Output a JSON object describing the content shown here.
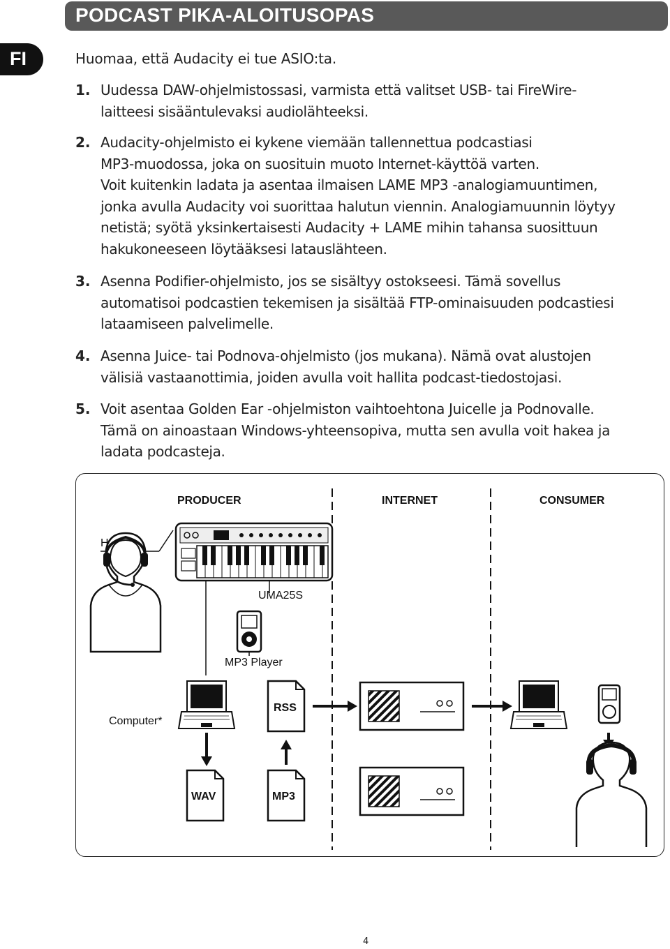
{
  "header": {
    "title": "PODCAST PIKA-ALOITUSOPAS",
    "lang": "FI"
  },
  "note": "Huomaa, että Audacity ei tue ASIO:ta.",
  "steps": [
    {
      "num": "1.",
      "text": "Uudessa DAW-ohjelmistossasi, varmista että valitset USB- tai FireWire-\nlaitteesi sisääntulevaksi audiolähteeksi."
    },
    {
      "num": "2.",
      "text": "Audacity-ohjelmisto ei kykene viemään tallennettua podcastiasi\nMP3-muodossa, joka on suosituin muoto Internet-käyttöä varten.\nVoit kuitenkin ladata ja asentaa ilmaisen LAME MP3 -analogiamuuntimen,\njonka avulla Audacity voi suorittaa halutun viennin. Analogiamuunnin löytyy\nnetistä; syötä yksinkertaisesti Audacity + LAME mihin tahansa suosittuun\nhakukoneeseen löytääksesi latauslähteen."
    },
    {
      "num": "3.",
      "text": "Asenna Podifier-ohjelmisto, jos se sisältyy ostokseesi. Tämä sovellus\nautomatisoi podcastien tekemisen ja sisältää FTP-ominaisuuden podcastiesi\nlataamiseen palvelimelle."
    },
    {
      "num": "4.",
      "text": "Asenna Juice- tai Podnova-ohjelmisto (jos mukana). Nämä ovat alustojen\nvälisiä vastaanottimia, joiden avulla voit hallita podcast-tiedostojasi."
    },
    {
      "num": "5.",
      "text": "Voit asentaa Golden Ear -ohjelmiston vaihtoehtona Juicelle ja Podnovalle.\nTämä on ainoastaan Windows-yhteensopiva, mutta sen avulla voit hakea ja\nladata podcasteja."
    }
  ],
  "diagram": {
    "columns": [
      "PRODUCER",
      "INTERNET",
      "CONSUMER"
    ],
    "labels": {
      "headset": "HS1000",
      "keyboard": "UMA25S",
      "player": "MP3 Player",
      "computer": "Computer*"
    },
    "files": {
      "rss": "RSS",
      "wav": "WAV",
      "mp3": "MP3"
    }
  },
  "page_number": "4"
}
